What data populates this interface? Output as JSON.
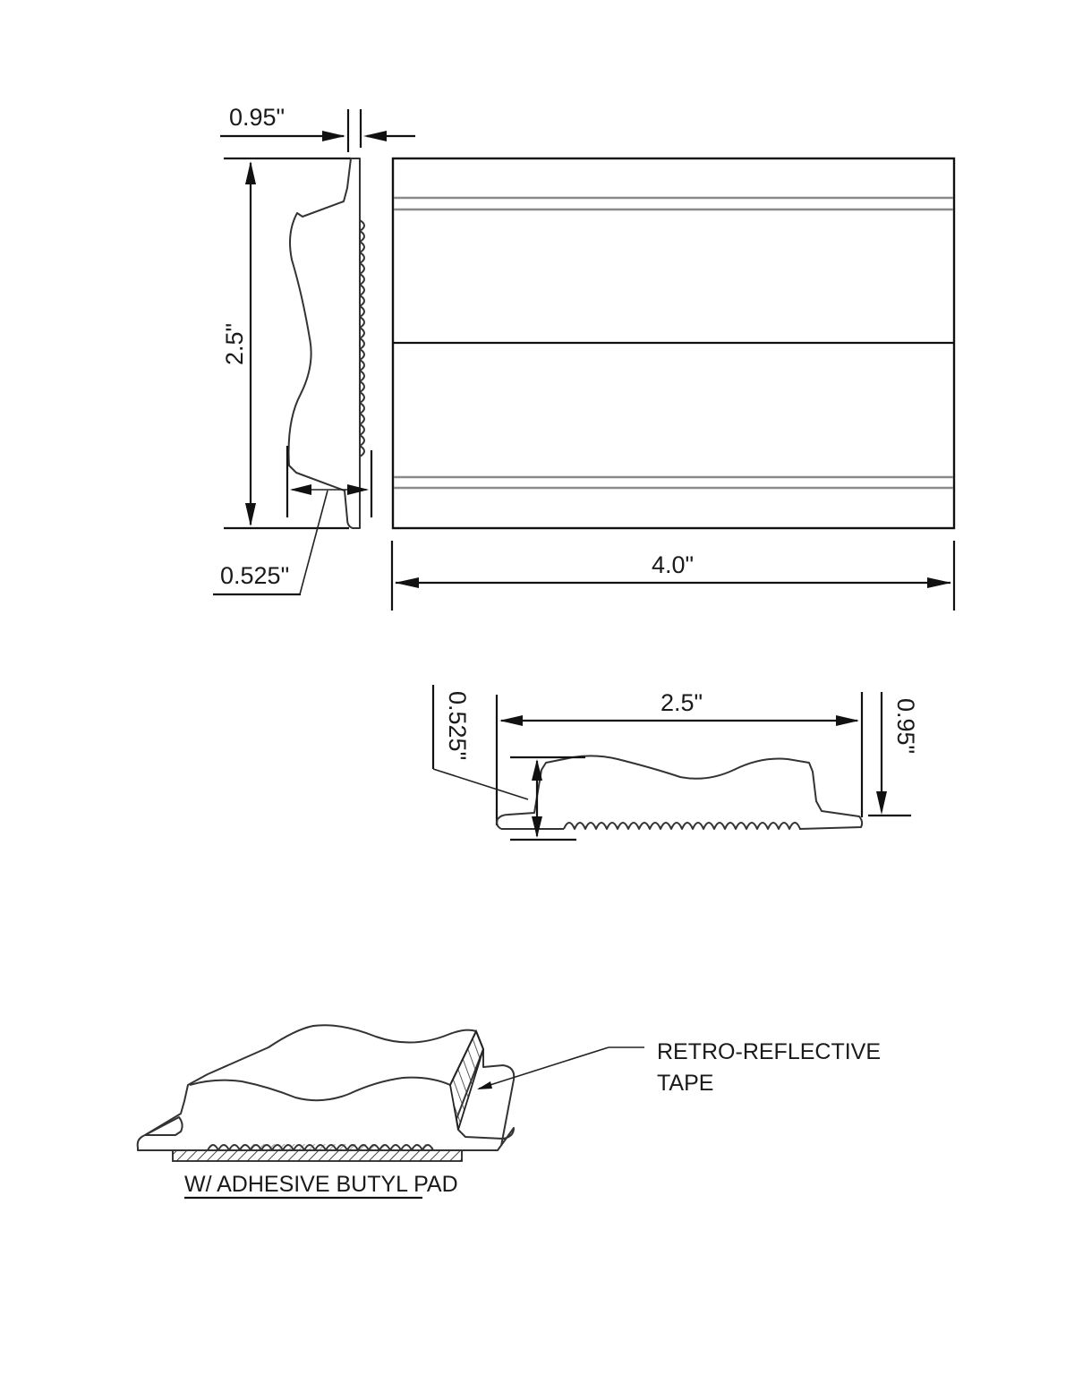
{
  "drawing": {
    "top_view": {
      "dim_thickness": "0.95\"",
      "dim_height": "2.5\"",
      "dim_edge_offset": "0.525\"",
      "dim_length": "4.0\""
    },
    "front_view": {
      "dim_width": "2.5\"",
      "dim_left_height": "0.525\"",
      "dim_total_height": "0.95\""
    },
    "isometric_view": {
      "callout_tape_line1": "RETRO-REFLECTIVE",
      "callout_tape_line2": "TAPE",
      "caption_pad": "W/ ADHESIVE BUTYL PAD"
    },
    "colors": {
      "line": "#111111",
      "groove": "#8a8a8a",
      "background": "#ffffff"
    }
  }
}
